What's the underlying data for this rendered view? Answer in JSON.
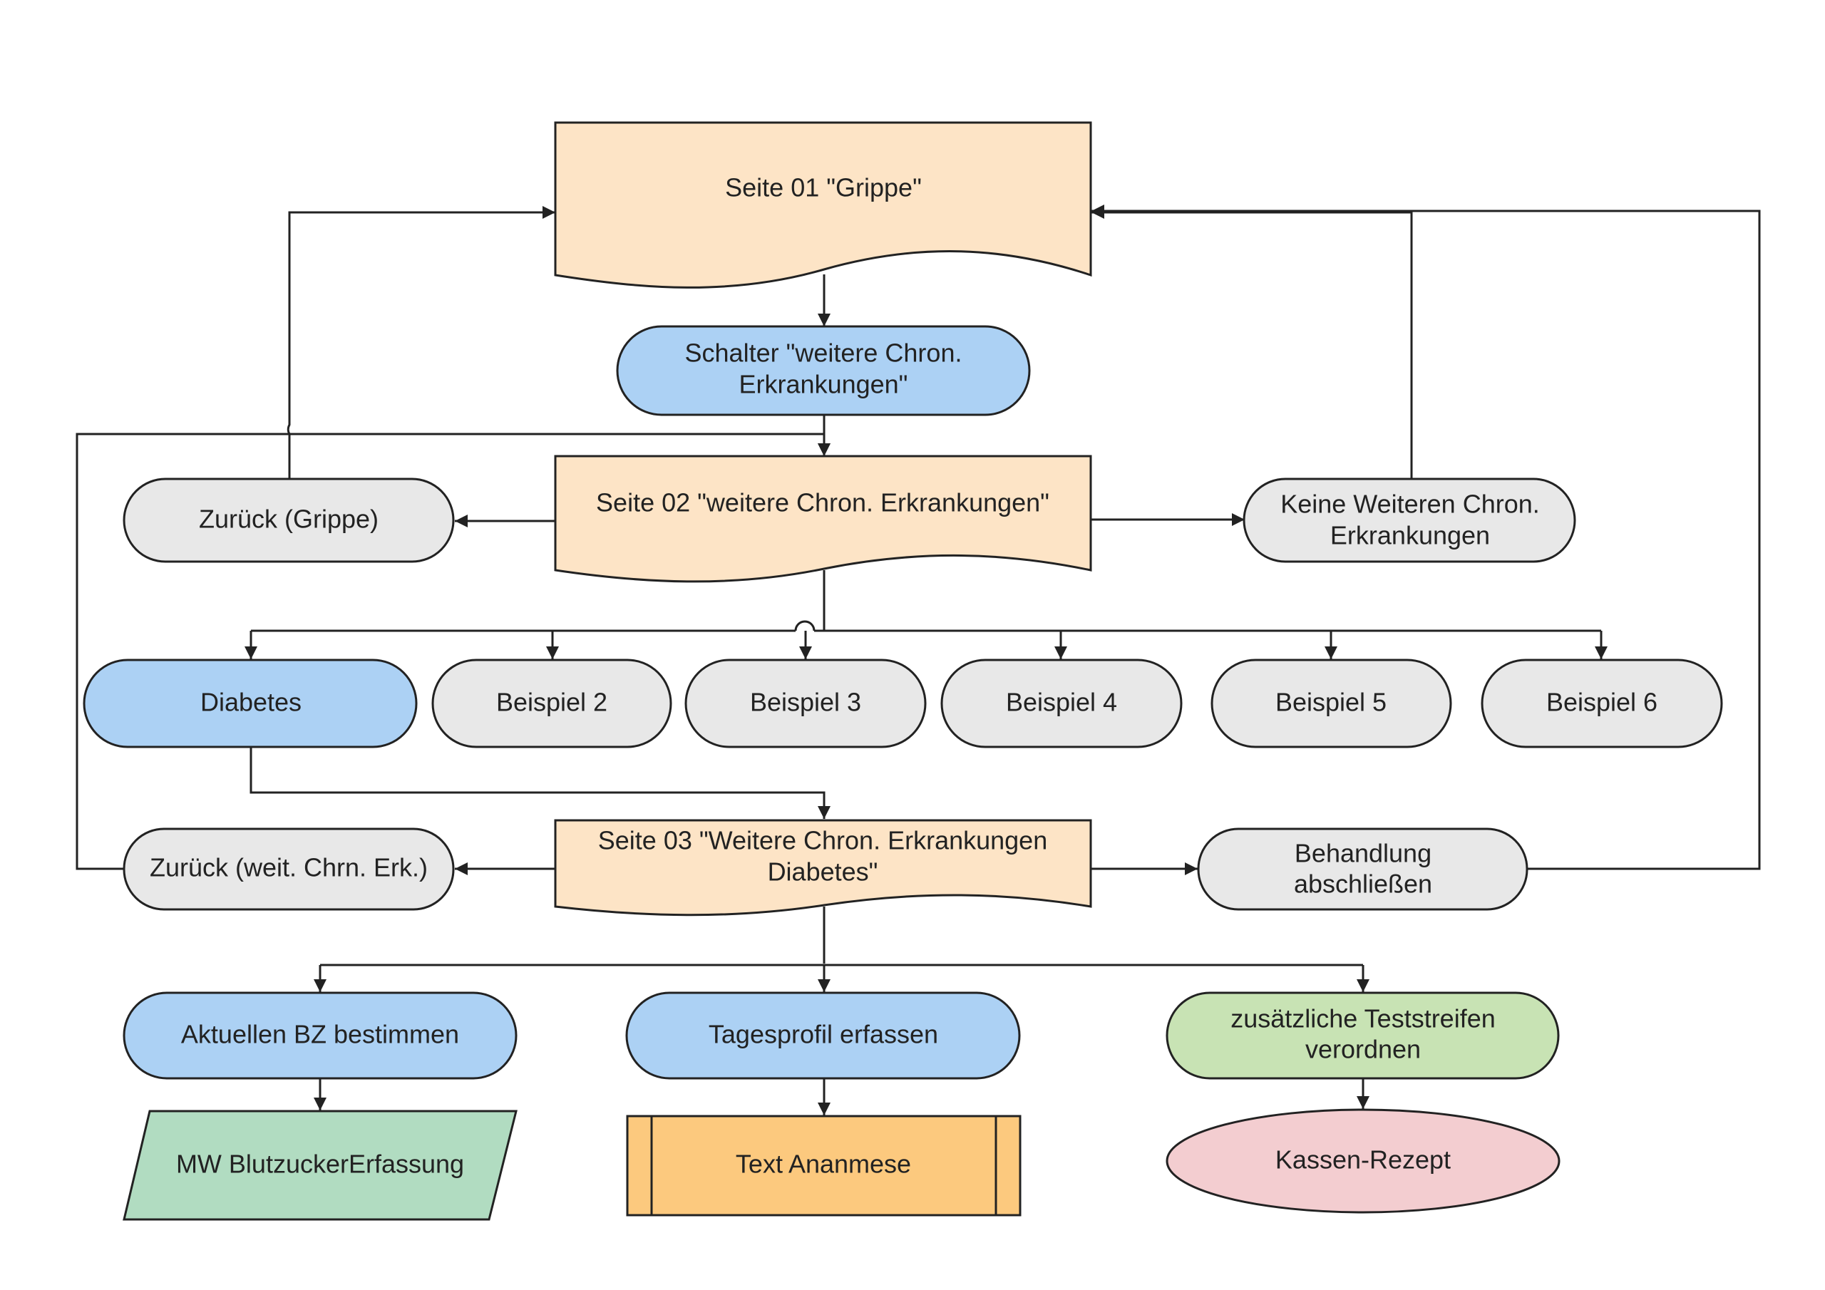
{
  "colors": {
    "document": "#fde4c6",
    "action_blue": "#acd1f4",
    "neutral": "#e8e8e8",
    "green_terminal": "#c8e3b4",
    "parallelogram_green": "#b1dcc1",
    "process_orange": "#fcc97e",
    "ellipse_pink": "#f3cdd0",
    "line": "#222222"
  },
  "nodes": {
    "seite01": "Seite 01 \"Grippe\"",
    "schalter": [
      "Schalter \"weitere Chron.",
      "Erkrankungen\""
    ],
    "seite02": "Seite 02 \"weitere Chron. Erkrankungen\"",
    "zurueck_grippe": "Zurück (Grippe)",
    "keine_weiteren": [
      "Keine Weiteren Chron.",
      "Erkrankungen"
    ],
    "diabetes": "Diabetes",
    "beispiel2": "Beispiel 2",
    "beispiel3": "Beispiel 3",
    "beispiel4": "Beispiel 4",
    "beispiel5": "Beispiel 5",
    "beispiel6": "Beispiel 6",
    "seite03": [
      "Seite 03 \"Weitere Chron. Erkrankungen",
      "Diabetes\""
    ],
    "zurueck_weit": "Zurück (weit. Chrn. Erk.)",
    "behandlung": [
      "Behandlung",
      "abschließen"
    ],
    "aktuellen_bz": "Aktuellen BZ bestimmen",
    "tagesprofil": "Tagesprofil erfassen",
    "teststreifen": [
      "zusätzliche Teststreifen",
      "verordnen"
    ],
    "mw_blutzucker": "MW BlutzuckerErfassung",
    "text_ananmese": "Text Ananmese",
    "kassen_rezept": "Kassen-Rezept"
  }
}
